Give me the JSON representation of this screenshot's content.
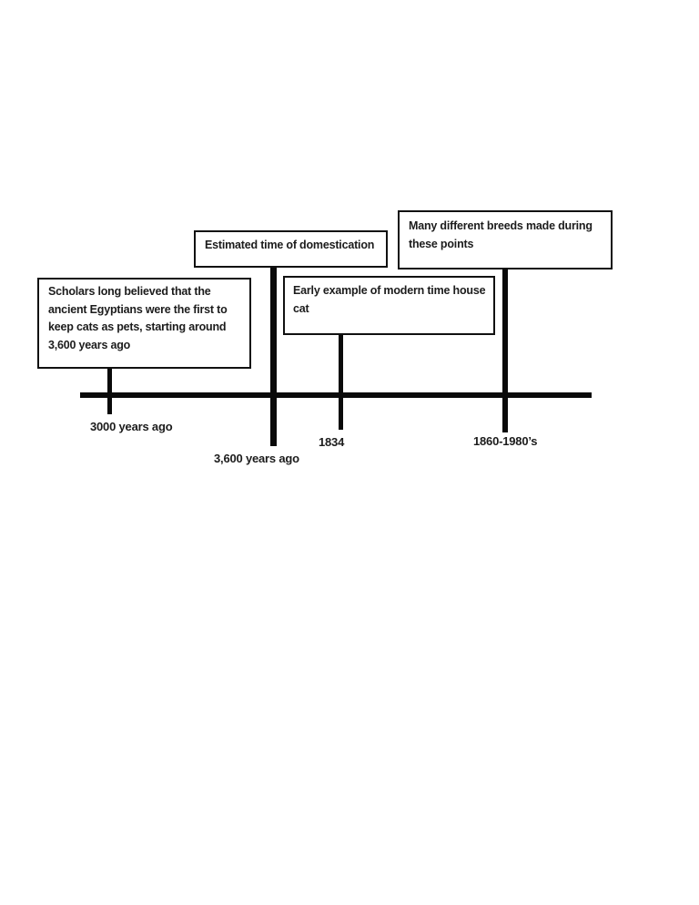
{
  "document": {
    "background_color": "#ffffff",
    "ink_color": "#0a0a0a",
    "text_color": "#1c1c1c"
  },
  "timeline": {
    "type": "timeline-diagram",
    "topic": "history of cat domestication",
    "callouts": [
      {
        "id": "scholars",
        "text": "Scholars long believed that the\nancient Egyptians were the first to\nkeep cats as pets, starting around\n3,600 years ago"
      },
      {
        "id": "domestication",
        "text": "Estimated time of domestication"
      },
      {
        "id": "breeds",
        "text": "Many different breeds made during\nthese points"
      },
      {
        "id": "housecat",
        "text": "Early example of modern time house\ncat"
      }
    ],
    "axis_labels": [
      {
        "id": "ya3000",
        "text": "3000 years ago"
      },
      {
        "id": "ya3600",
        "text": "3,600 years ago"
      },
      {
        "id": "y1834",
        "text": "1834"
      },
      {
        "id": "y1860",
        "text": "1860-1980’s"
      }
    ]
  }
}
